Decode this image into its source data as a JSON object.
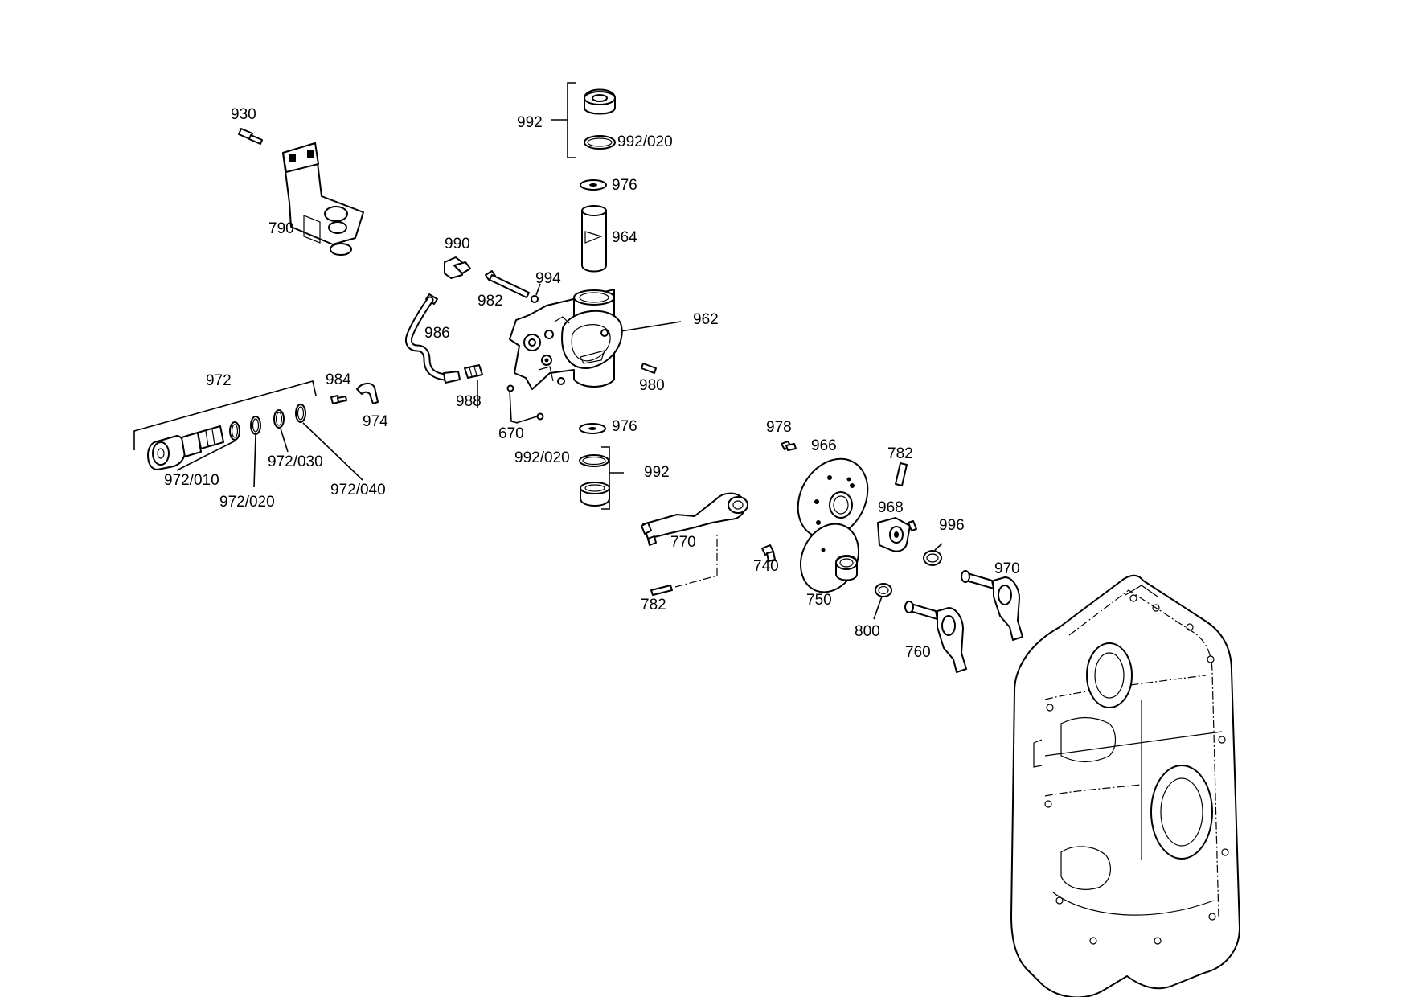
{
  "diagram": {
    "type": "exploded-parts-drawing",
    "labels": {
      "l930": "930",
      "l790": "790",
      "l992a": "992",
      "l992020a": "992/020",
      "l976a": "976",
      "l964": "964",
      "l990": "990",
      "l994": "994",
      "l982": "982",
      "l962": "962",
      "l986": "986",
      "l988": "988",
      "l980": "980",
      "l670": "670",
      "l976b": "976",
      "l992020b": "992/020",
      "l992b": "992",
      "l972": "972",
      "l984": "984",
      "l974": "974",
      "l972010": "972/010",
      "l972020": "972/020",
      "l972030": "972/030",
      "l972040": "972/040",
      "l978": "978",
      "l966": "966",
      "l782a": "782",
      "l968": "968",
      "l996": "996",
      "l970": "970",
      "l770": "770",
      "l740": "740",
      "l750": "750",
      "l782b": "782",
      "l800": "800",
      "l760": "760"
    }
  }
}
